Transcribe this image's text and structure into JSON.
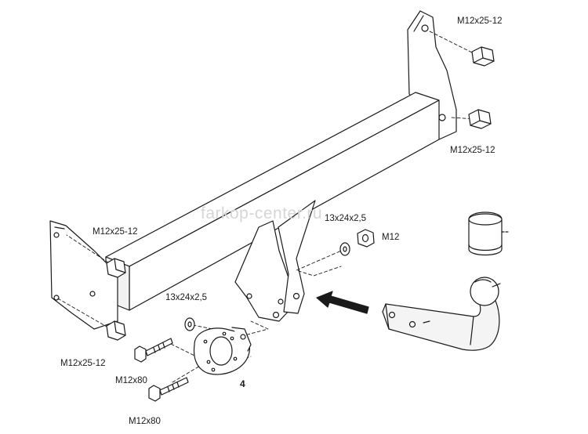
{
  "watermark": "farkop-center.ru",
  "labels": {
    "m12_top_right_upper": "M12x25-12",
    "m12_top_right_lower": "M12x25-12",
    "m12_left_upper": "M12x25-12",
    "m12_left_lower": "M12x25-12",
    "washer_right": "13x24x2,5",
    "washer_center": "13x24x2,5",
    "nut_m12": "M12",
    "bolt_upper": "M12x80",
    "bolt_lower": "M12x80",
    "part_number": "4"
  },
  "colors": {
    "line": "#1a1a1a",
    "fill": "#ffffff",
    "shade": "#cfcfcf",
    "watermark": "#d6d6d6"
  }
}
